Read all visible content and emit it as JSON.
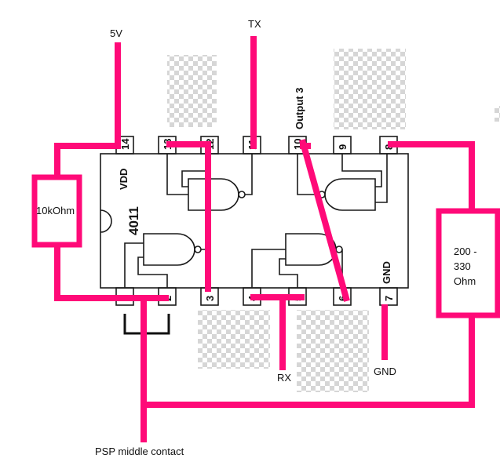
{
  "labels": {
    "vcc": "5V",
    "tx": "TX",
    "rx": "RX",
    "gnd_bottom": "GND",
    "psp": "PSP middle contact",
    "resistor_left": "10kOhm",
    "resistor_right_line1": "200 -",
    "resistor_right_line2": "330",
    "resistor_right_line3": "Ohm"
  },
  "chip": {
    "part": "4011",
    "vdd": "VDD",
    "gnd": "GND",
    "output3": "Output 3",
    "top_pins": [
      "14",
      "13",
      "12",
      "11",
      "10",
      "9",
      "8"
    ],
    "bottom_pins": [
      "1",
      "2",
      "3",
      "4",
      "5",
      "6",
      "7"
    ]
  },
  "colors": {
    "wire": "#ff0a78",
    "outline": "#1a1a1a",
    "checker_light": "#ffffff",
    "checker_dark": "#d6d6d6"
  }
}
